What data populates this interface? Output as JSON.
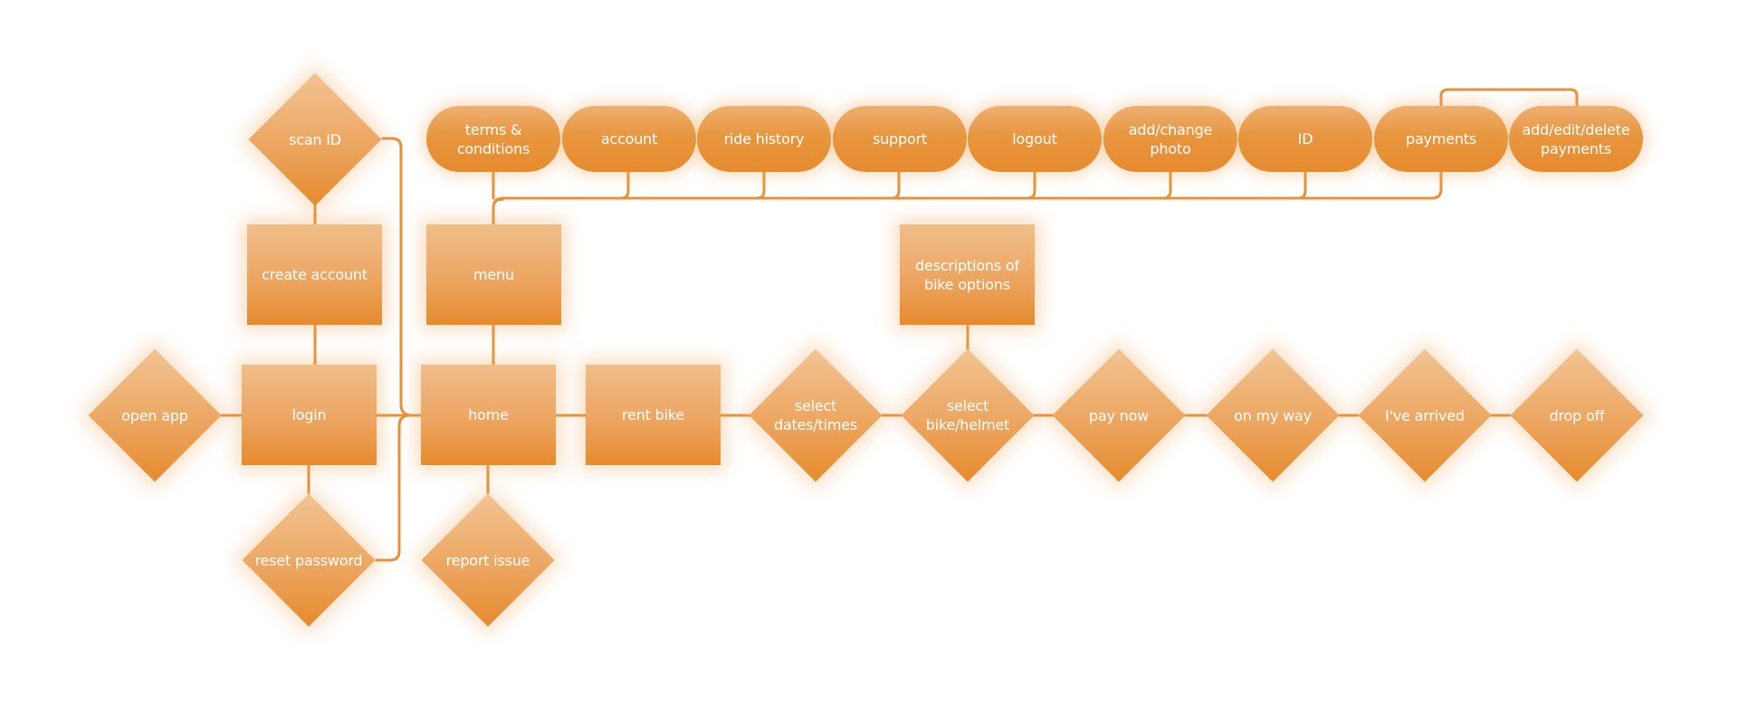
{
  "colors": {
    "node_light": "#f0be8a",
    "node_dark": "#e68a2e",
    "connector": "#e8913a",
    "text": "#ffffff",
    "background": "#ffffff"
  },
  "nodes": {
    "open_app": "open app",
    "login": "login",
    "create_account": "create account",
    "scan_id": "scan ID",
    "reset_password": "reset password",
    "home": "home",
    "menu": "menu",
    "report_issue": "report issue",
    "rent_bike": "rent bike",
    "select_dates_times": "select dates/times",
    "descriptions_bike_options": "descriptions of bike options",
    "select_bike_helmet": "select bike/helmet",
    "pay_now": "pay now",
    "on_my_way": "on my way",
    "ive_arrived": "I've arrived",
    "drop_off": "drop off"
  },
  "menu_items": {
    "terms_conditions": "terms & conditions",
    "account": "account",
    "ride_history": "ride history",
    "support": "support",
    "logout": "logout",
    "add_change_photo": "add/change photo",
    "id": "ID",
    "payments": "payments",
    "add_edit_delete_payments": "add/edit/delete payments"
  }
}
